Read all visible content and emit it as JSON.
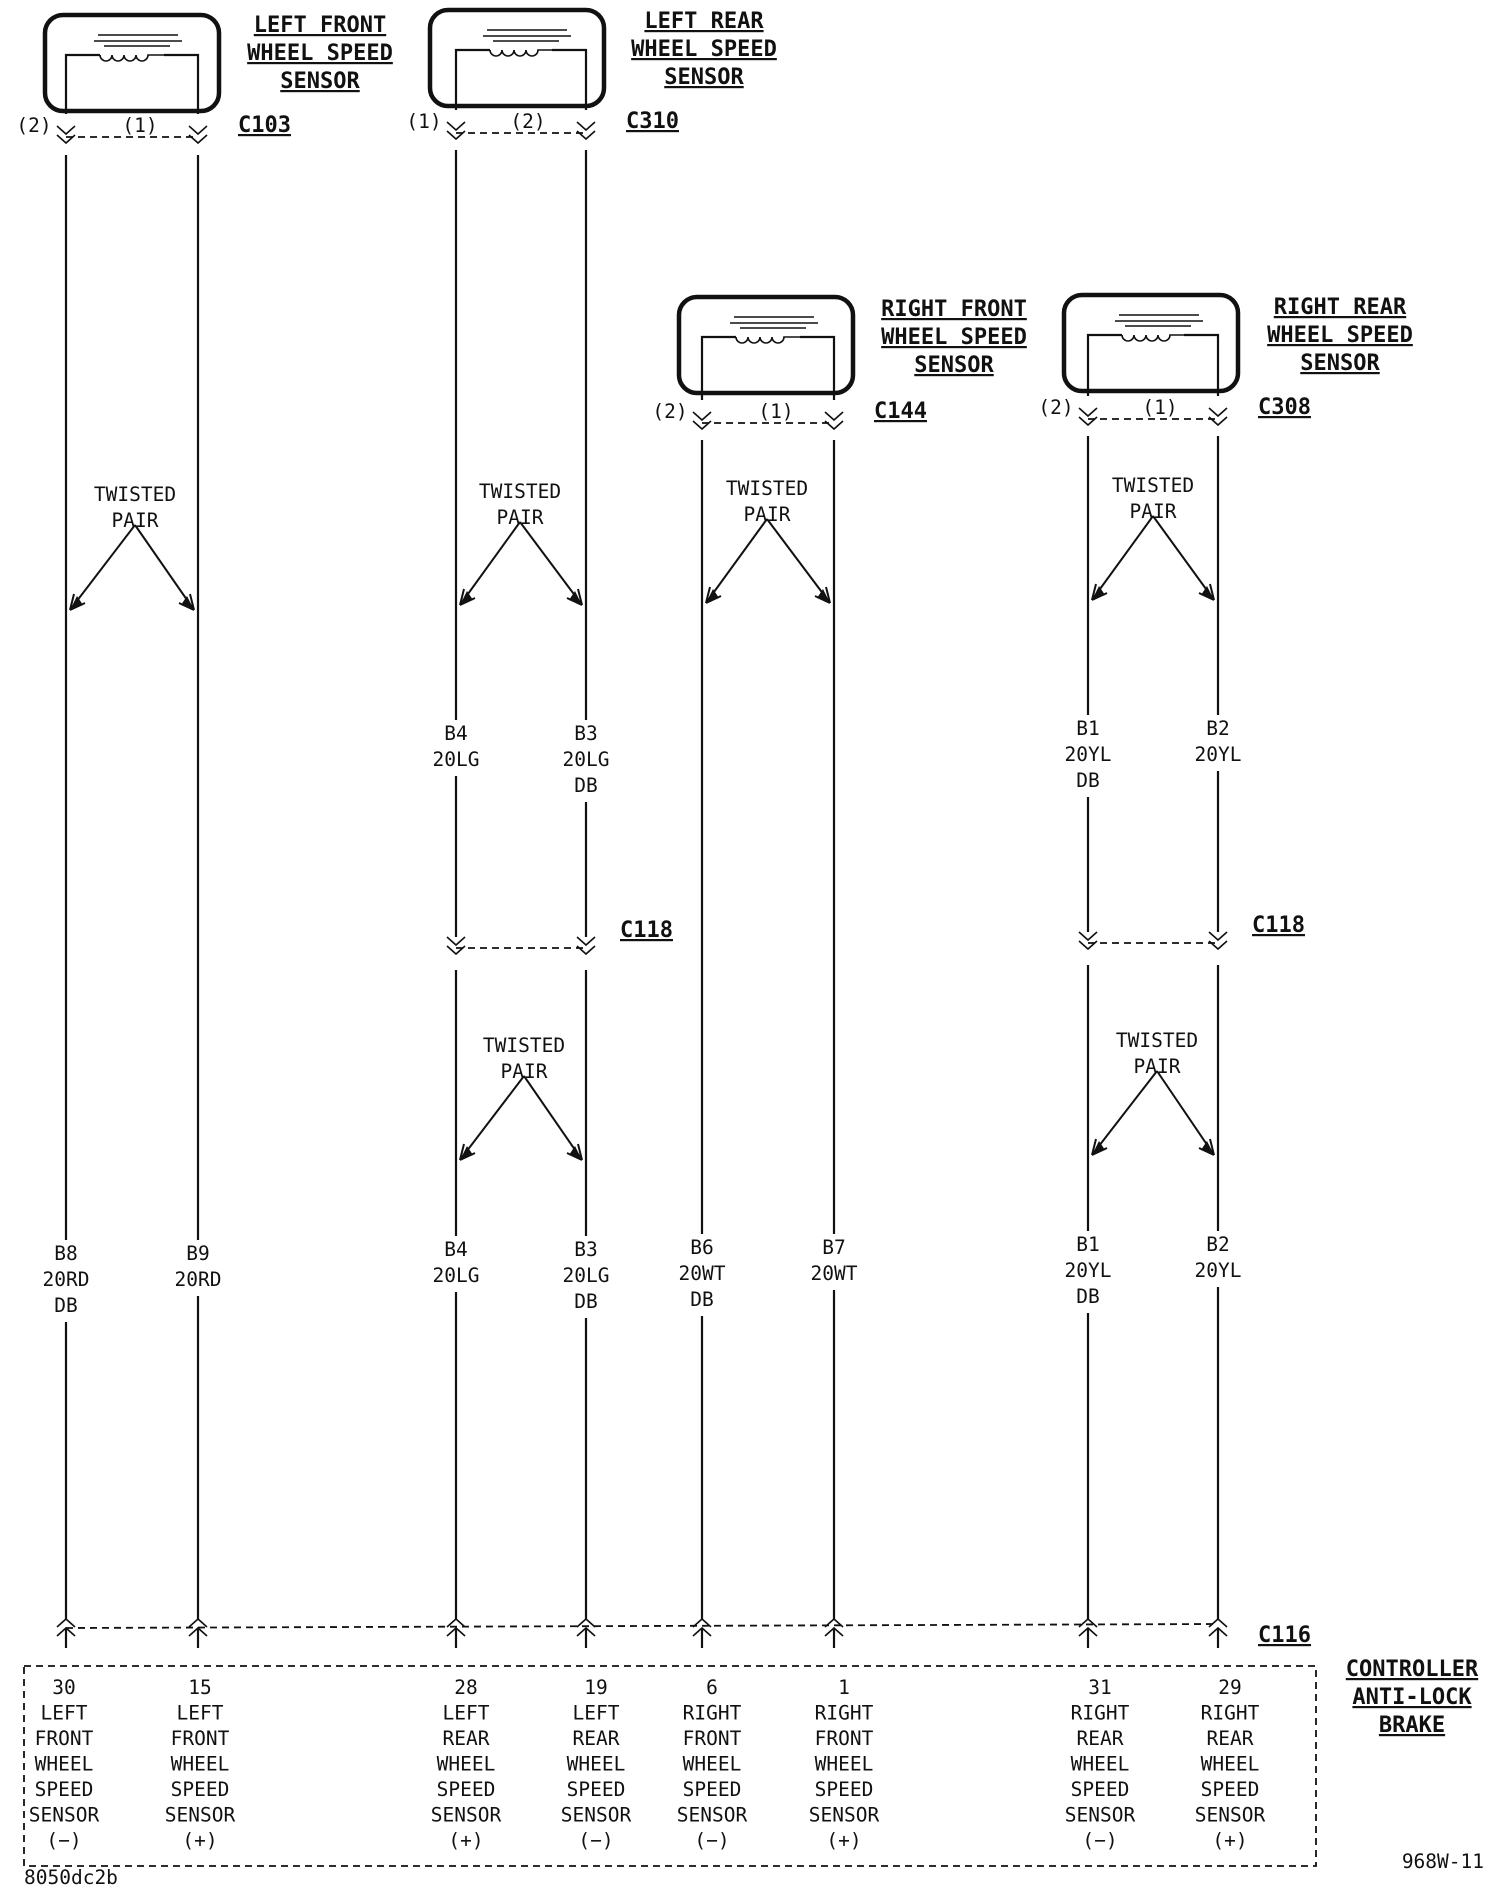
{
  "sensors": {
    "lf": {
      "title": [
        "LEFT  FRONT",
        "WHEEL  SPEED",
        "SENSOR"
      ],
      "connector": "C103",
      "pin_left": "(2)",
      "pin_right": "(1)"
    },
    "lr": {
      "title": [
        "LEFT  REAR",
        "WHEEL  SPEED",
        "SENSOR"
      ],
      "connector": "C310",
      "pin_left": "(1)",
      "pin_right": "(2)"
    },
    "rf": {
      "title": [
        "RIGHT  FRONT",
        "WHEEL  SPEED",
        "SENSOR"
      ],
      "connector": "C144",
      "pin_left": "(2)",
      "pin_right": "(1)"
    },
    "rr": {
      "title": [
        "RIGHT  REAR",
        "WHEEL  SPEED",
        "SENSOR"
      ],
      "connector": "C308",
      "pin_left": "(2)",
      "pin_right": "(1)"
    }
  },
  "twisted_pair": [
    "TWISTED",
    "PAIR"
  ],
  "inline_connectors": {
    "lr": "C118",
    "rr": "C118"
  },
  "wires_upper": {
    "lr_left": [
      "B4",
      "20LG"
    ],
    "lr_right": [
      "B3",
      "20LG",
      "DB"
    ],
    "rr_left": [
      "B1",
      "20YL",
      "DB"
    ],
    "rr_right": [
      "B2",
      "20YL"
    ]
  },
  "wires_lower": {
    "lf_left": [
      "B8",
      "20RD",
      "DB"
    ],
    "lf_right": [
      "B9",
      "20RD"
    ],
    "lr_left": [
      "B4",
      "20LG"
    ],
    "lr_right": [
      "B3",
      "20LG",
      "DB"
    ],
    "rf_left": [
      "B6",
      "20WT",
      "DB"
    ],
    "rf_right": [
      "B7",
      "20WT"
    ],
    "rr_left": [
      "B1",
      "20YL",
      "DB"
    ],
    "rr_right": [
      "B2",
      "20YL"
    ]
  },
  "controller": {
    "connector": "C116",
    "title": [
      "CONTROLLER",
      "ANTI-LOCK",
      "BRAKE"
    ],
    "terminals": [
      [
        "30",
        "LEFT",
        "FRONT",
        "WHEEL",
        "SPEED",
        "SENSOR",
        "(−)"
      ],
      [
        "15",
        "LEFT",
        "FRONT",
        "WHEEL",
        "SPEED",
        "SENSOR",
        "(+)"
      ],
      [
        "28",
        "LEFT",
        "REAR",
        "WHEEL",
        "SPEED",
        "SENSOR",
        "(+)"
      ],
      [
        "19",
        "LEFT",
        "REAR",
        "WHEEL",
        "SPEED",
        "SENSOR",
        "(−)"
      ],
      [
        "6",
        "RIGHT",
        "FRONT",
        "WHEEL",
        "SPEED",
        "SENSOR",
        "(−)"
      ],
      [
        "1",
        "RIGHT",
        "FRONT",
        "WHEEL",
        "SPEED",
        "SENSOR",
        "(+)"
      ],
      [
        "31",
        "RIGHT",
        "REAR",
        "WHEEL",
        "SPEED",
        "SENSOR",
        "(−)"
      ],
      [
        "29",
        "RIGHT",
        "REAR",
        "WHEEL",
        "SPEED",
        "SENSOR",
        "(+)"
      ]
    ]
  },
  "footer": {
    "left": "8050dc2b",
    "right": "968W-11"
  }
}
